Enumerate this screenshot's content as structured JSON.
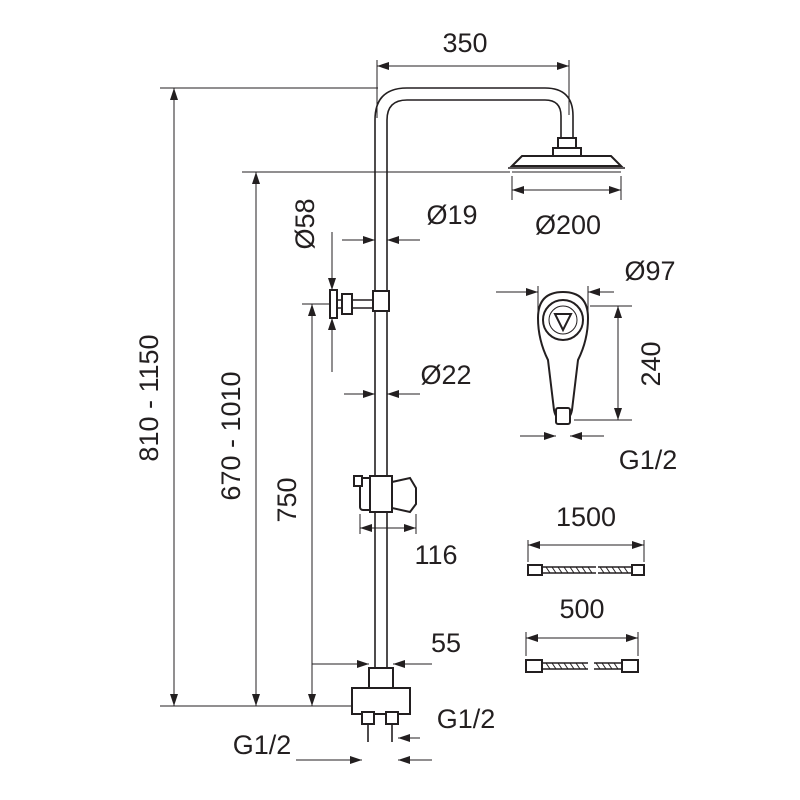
{
  "dimensions": {
    "top_width": "350",
    "total_height": "810 - 1150",
    "head_height": "670 - 1010",
    "mount_diameter": "Ø58",
    "pipe_upper_diameter": "Ø19",
    "head_diameter": "Ø200",
    "hand_shower_diameter": "Ø97",
    "hand_shower_length": "240",
    "hand_shower_thread": "G1/2",
    "pipe_lower_diameter": "Ø22",
    "mount_height": "750",
    "slider_width": "116",
    "hose_long": "1500",
    "hose_short": "500",
    "valve_offset": "55",
    "inlet_right": "G1/2",
    "inlet_left": "G1/2"
  },
  "colors": {
    "line": "#231f20",
    "background": "#ffffff"
  }
}
